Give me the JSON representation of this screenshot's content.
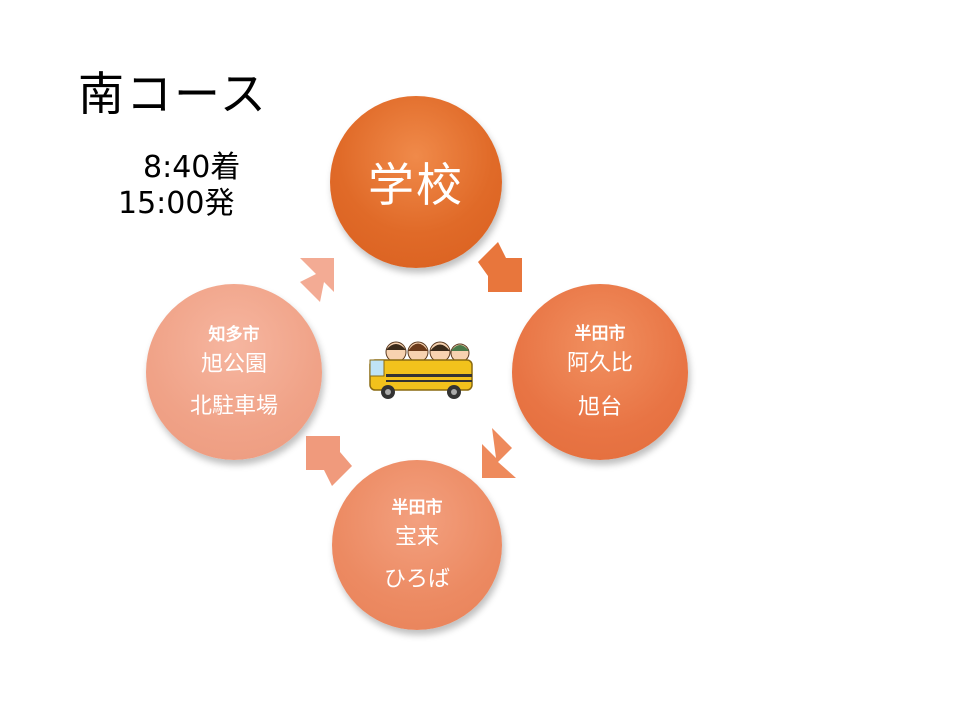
{
  "title": "南コース",
  "times": {
    "arrival": "8:40着",
    "departure": "15:00発"
  },
  "nodes": {
    "school": {
      "name": "学校"
    },
    "east": {
      "city": "半田市",
      "line1": "阿久比",
      "line2": "旭台"
    },
    "south": {
      "city": "半田市",
      "line1": "宝来",
      "line2": "ひろば"
    },
    "west": {
      "city": "知多市",
      "line1": "旭公園",
      "line2": "北駐車場"
    }
  },
  "colors": {
    "school": "#e06a28",
    "east": "#e87444",
    "south": "#ec8a62",
    "west": "#f0a287",
    "arrow1": "#e8763c",
    "arrow2": "#ee8a5c",
    "arrow3": "#f09a7c",
    "arrow4": "#f3ab94",
    "bus": "#f2c21c"
  },
  "icons": {
    "center": "school-bus-icon"
  }
}
